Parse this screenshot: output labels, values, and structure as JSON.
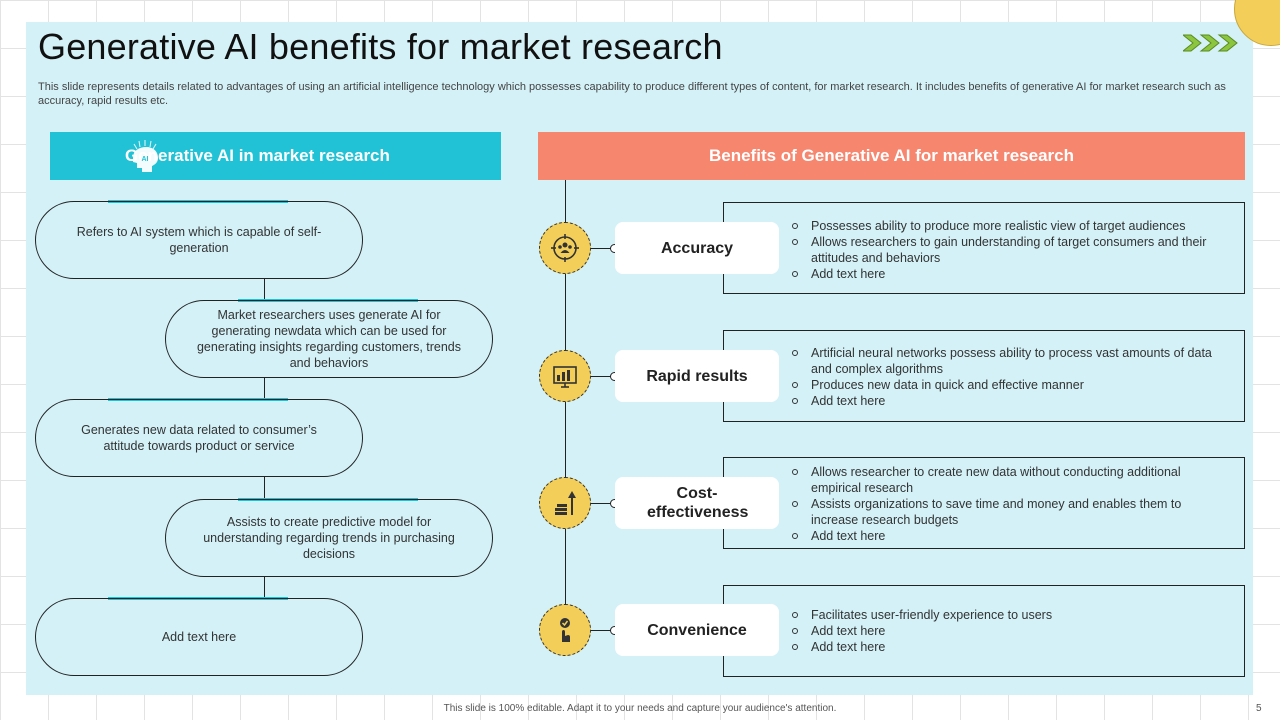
{
  "title": "Generative AI benefits for market research",
  "subtitle": "This slide represents details related to advantages of using an artificial intelligence technology which possesses capability to produce different types of content, for market research. It includes benefits of generative AI for market research such as accuracy, rapid results etc.",
  "left": {
    "header": "Generative AI in market research",
    "header_icon": "ai-brain-icon",
    "icon_text": "AI",
    "steps": [
      "Refers to AI system which is capable of self-generation",
      "Market researchers uses generate AI for generating newdata which can be used for generating insights regarding customers, trends and behaviors",
      "Generates new data related to consumer’s attitude towards product or service",
      "Assists to create predictive model for understanding regarding trends in purchasing decisions",
      "Add text here"
    ]
  },
  "right": {
    "header": "Benefits of Generative AI for market research",
    "benefits": [
      {
        "label": "Accuracy",
        "icon": "audience-target-icon",
        "points": [
          "Possesses ability to produce more realistic view of target audiences",
          "Allows researchers to gain understanding of target consumers and their attitudes and behaviors",
          "Add text here"
        ]
      },
      {
        "label": "Rapid results",
        "icon": "dashboard-results-icon",
        "points": [
          "Artificial neural networks possess ability to process vast amounts of data and complex algorithms",
          "Produces new data in quick and effective manner",
          "Add text here"
        ]
      },
      {
        "label": "Cost-effectiveness",
        "icon": "money-growth-icon",
        "points": [
          "Allows researcher to create new data without conducting additional empirical research",
          "Assists organizations to save time and money and enables them to increase research budgets",
          "Add text here"
        ]
      },
      {
        "label": "Convenience",
        "icon": "hand-check-icon",
        "points": [
          "Facilitates user-friendly experience to users",
          "Add text here",
          "Add text here"
        ]
      }
    ]
  },
  "footer": "This slide is 100% editable. Adapt it to your needs and capture your audience's attention.",
  "page_number": "5",
  "colors": {
    "panel": "#d3f1f7",
    "cyan": "#22c2d6",
    "coral": "#f7866f",
    "gold": "#f3cf5a",
    "chevron": "#8cc63f"
  }
}
